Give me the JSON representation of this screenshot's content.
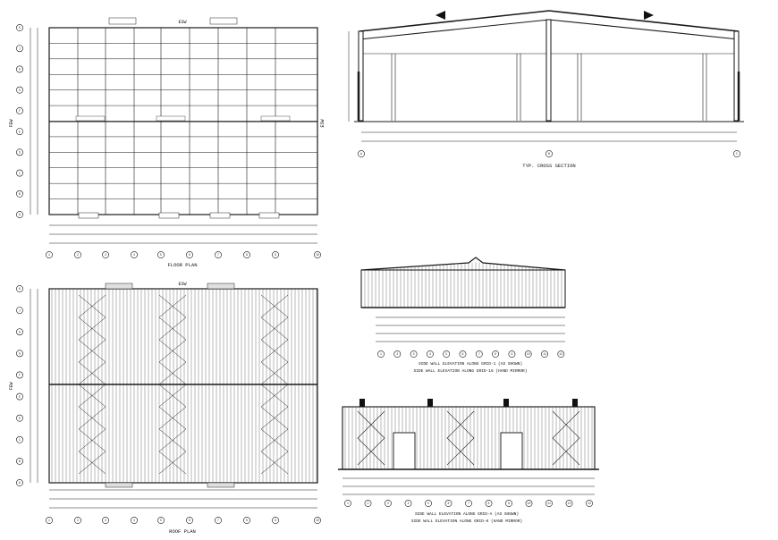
{
  "captions": {
    "floor_plan": "FLOOR PLAN",
    "roof_plan": "ROOF PLAN",
    "cross_section": "TYP. CROSS SECTION",
    "side_wall_1": "SIDE WALL ELEVATION ALONG GRID-1 (AS SHOWN)",
    "side_wall_2": "SIDE WALL ELEVATION ALONG GRID-16 (HAND MIRROR)",
    "end_wall_1": "SIDE WALL ELEVATION ALONG GRID-A (AS SHOWN)",
    "end_wall_2": "SIDE WALL ELEVATION ALONG GRID-K (HAND MIRROR)"
  },
  "north_labels": {
    "top": "ESW",
    "side_left": "FEW",
    "side_right": "ESW"
  },
  "column_grid_labels": [
    "1",
    "2",
    "3",
    "4",
    "5",
    "6",
    "7",
    "8",
    "9",
    "10"
  ],
  "row_grid_labels": [
    "K",
    "J",
    "H",
    "G",
    "F",
    "E",
    "D",
    "C",
    "B",
    "A"
  ],
  "section_grid_labels": [
    "A",
    "B",
    "C"
  ],
  "elevation_grid_labels": [
    "1",
    "2",
    "3",
    "4",
    "5",
    "6",
    "7",
    "8",
    "9",
    "10",
    "11",
    "12",
    "13"
  ]
}
